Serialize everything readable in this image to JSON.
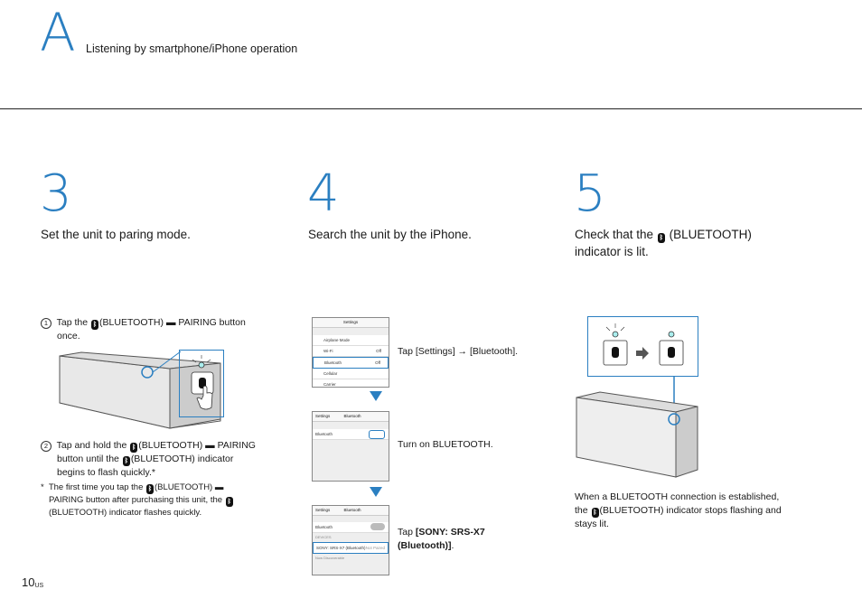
{
  "header": {
    "section_letter": "A",
    "section_title": "Listening by smartphone/iPhone operation"
  },
  "steps": [
    {
      "number": "3",
      "title": "Set the unit to paring mode."
    },
    {
      "number": "4",
      "title": "Search the unit by the iPhone."
    },
    {
      "number": "5",
      "title_pre": "Check that the",
      "title_post": "(BLUETOOTH)",
      "title_line2": "indicator is lit."
    }
  ],
  "step3": {
    "item1_num": "1",
    "item1_a": "Tap the",
    "item1_b": "(BLUETOOTH)",
    "item1_c": "PAIRING button",
    "item1_d": "once.",
    "item2_num": "2",
    "item2_a": "Tap and hold the",
    "item2_b": "(BLUETOOTH)",
    "item2_c": "PAIRING",
    "item2_d": "button until the",
    "item2_e": "(BLUETOOTH) indicator",
    "item2_f": "begins to flash quickly.*",
    "note_star": "*",
    "note_a": "The first time you tap the",
    "note_b": "(BLUETOOTH)",
    "note_c": "PAIRING button after purchasing this unit, the",
    "note_d": "(BLUETOOTH) indicator flashes quickly."
  },
  "step4": {
    "screen1": {
      "title": "Settings",
      "rows": [
        "Airplane Mode",
        "Wi-Fi",
        "Bluetooth",
        "Cellular",
        "Carrier"
      ],
      "wifi_value": "Off",
      "bt_value": "Off"
    },
    "caption1": "Tap [Settings] → [Bluetooth].",
    "screen2": {
      "back": "Settings",
      "title": "Bluetooth",
      "row": "Bluetooth"
    },
    "caption2": "Turn on BLUETOOTH.",
    "screen3": {
      "back": "Settings",
      "title": "Bluetooth",
      "row": "Bluetooth",
      "section": "DEVICES",
      "device": "SONY: SRS-X7 (Bluetooth)",
      "device_status": "Not Paired",
      "footer": "Now Discoverable"
    },
    "caption3_pre": "Tap",
    "caption3_bold": "[SONY: SRS-X7 (Bluetooth)]",
    "caption3_post": "."
  },
  "step5": {
    "note_a": "When a BLUETOOTH connection is established,",
    "note_b": "the",
    "note_c": "(BLUETOOTH) indicator stops flashing and",
    "note_d": "stays lit."
  },
  "footer": {
    "page": "10",
    "region": "US"
  },
  "colors": {
    "accent": "#2b7fc1",
    "rule": "#222222"
  },
  "icons": [
    "bluetooth-icon",
    "arrow-right-icon",
    "arrow-down-icon",
    "hand-icon"
  ]
}
